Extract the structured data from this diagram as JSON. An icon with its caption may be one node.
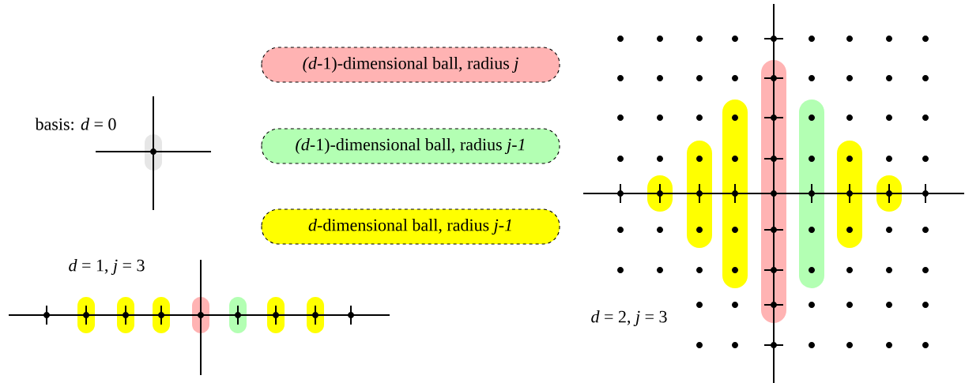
{
  "diagram": {
    "labels": [
      "basis: *d* = 0",
      "*d* = 1, *j* = 3",
      "*d* = 2, *j* = 3"
    ],
    "legend": [
      {
        "text": "*(d*-1)-dimensional ball, radius *j*",
        "color": "#ffb3b3"
      },
      {
        "text": "*(d*-1)-dimensional ball, radius *j-1*",
        "color": "#b3ffb3"
      },
      {
        "text": "*d*-dimensional ball, radius *j-1*",
        "color": "#ffff00"
      }
    ]
  }
}
